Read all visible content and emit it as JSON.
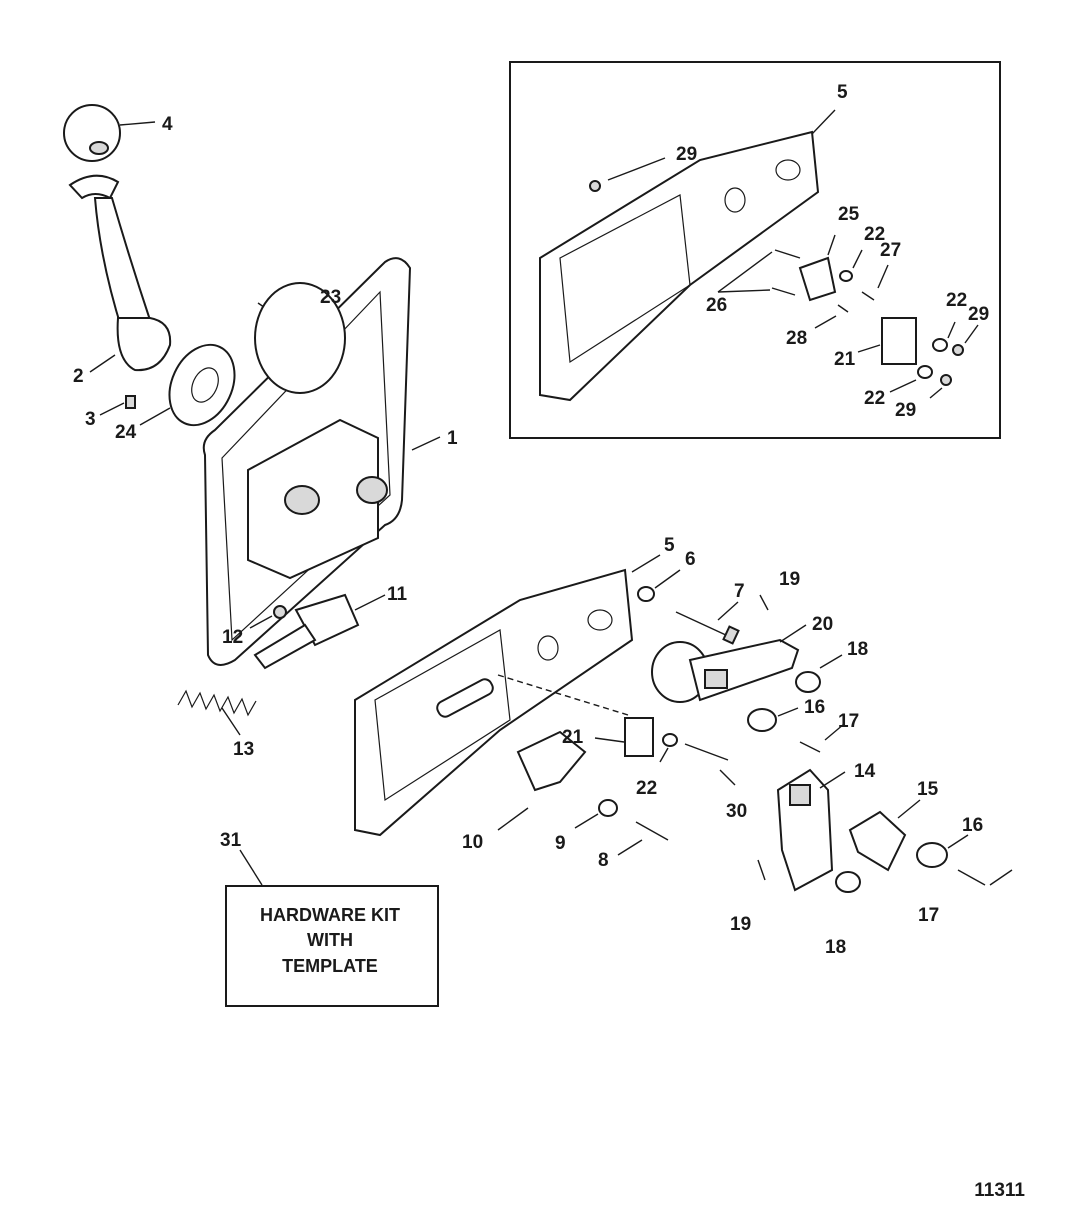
{
  "figure_number": "11311",
  "hardware_kit_lines": [
    "HARDWARE KIT",
    "WITH",
    "TEMPLATE"
  ],
  "callouts": {
    "c1": "1",
    "c2": "2",
    "c3": "3",
    "c4": "4",
    "c5a": "5",
    "c5b": "5",
    "c6": "6",
    "c7": "7",
    "c8": "8",
    "c9": "9",
    "c10": "10",
    "c11": "11",
    "c12": "12",
    "c13": "13",
    "c14": "14",
    "c15": "15",
    "c16a": "16",
    "c16b": "16",
    "c17a": "17",
    "c17b": "17",
    "c18a": "18",
    "c18b": "18",
    "c19a": "19",
    "c19b": "19",
    "c20": "20",
    "c21a": "21",
    "c21b": "21",
    "c22a": "22",
    "c22b": "22",
    "c22c": "22",
    "c22d": "22",
    "c23": "23",
    "c24": "24",
    "c25": "25",
    "c26": "26",
    "c27": "27",
    "c28": "28",
    "c29a": "29",
    "c29b": "29",
    "c29c": "29",
    "c30": "30",
    "c31": "31"
  }
}
